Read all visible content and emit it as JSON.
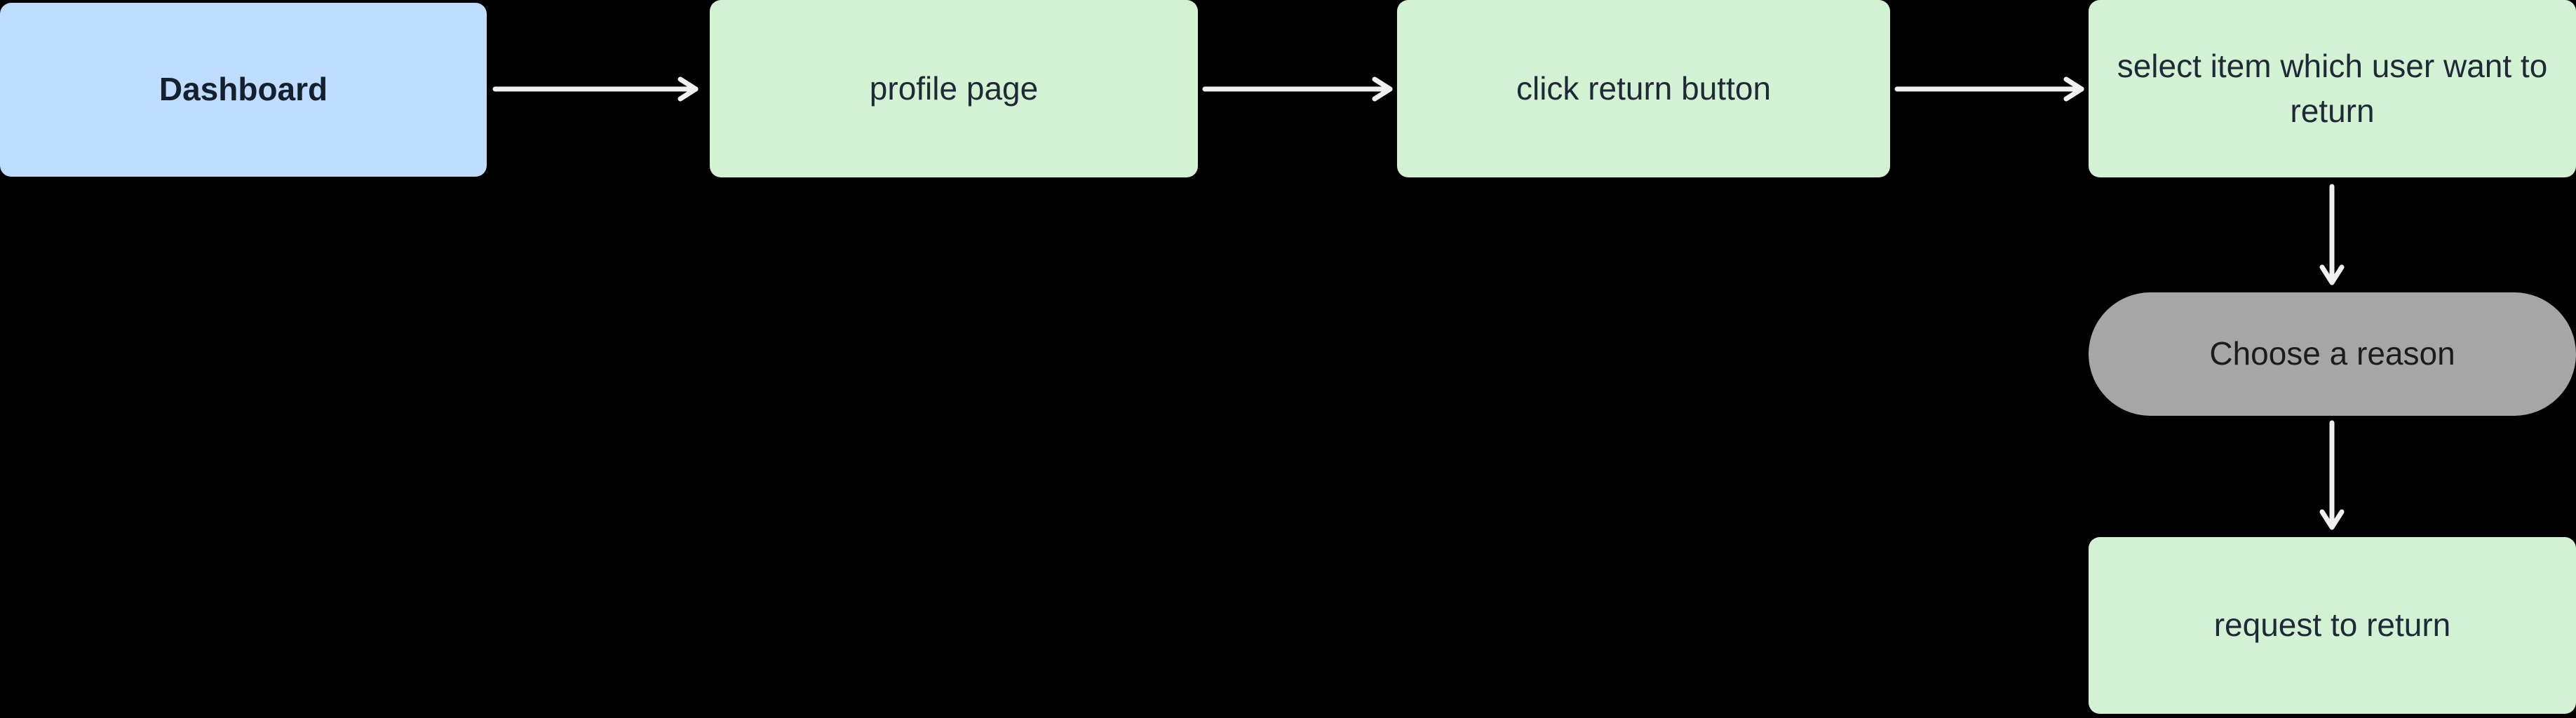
{
  "diagram": {
    "type": "flowchart",
    "direction": "left-to-right-then-down",
    "background_color": "#000000",
    "arrow_color": "#f0f0f0",
    "nodes": {
      "dashboard": {
        "label": "Dashboard",
        "shape": "rounded-rect",
        "fill": "#bedcfd",
        "text_color": "#15202e",
        "bold": true
      },
      "profile_page": {
        "label": "profile page",
        "shape": "rounded-rect",
        "fill": "#d3f1d3",
        "text_color": "#1f2937",
        "bold": false
      },
      "click_return_button": {
        "label": "click return button",
        "shape": "rounded-rect",
        "fill": "#d3f1d3",
        "text_color": "#1f2937",
        "bold": false
      },
      "select_item": {
        "label": "select item which user want to return",
        "shape": "rounded-rect",
        "fill": "#d3f1d3",
        "text_color": "#1f2937",
        "bold": false
      },
      "choose_reason": {
        "label": "Choose a reason",
        "shape": "stadium",
        "fill": "#a6a6a6",
        "text_color": "#1c1c1c",
        "bold": false
      },
      "request_to_return": {
        "label": "request to return",
        "shape": "rounded-rect",
        "fill": "#d3f1d3",
        "text_color": "#1f2937",
        "bold": false
      }
    },
    "edges": [
      {
        "from": "dashboard",
        "to": "profile_page",
        "direction": "right"
      },
      {
        "from": "profile_page",
        "to": "click_return_button",
        "direction": "right"
      },
      {
        "from": "click_return_button",
        "to": "select_item",
        "direction": "right"
      },
      {
        "from": "select_item",
        "to": "choose_reason",
        "direction": "down"
      },
      {
        "from": "choose_reason",
        "to": "request_to_return",
        "direction": "down"
      }
    ]
  }
}
